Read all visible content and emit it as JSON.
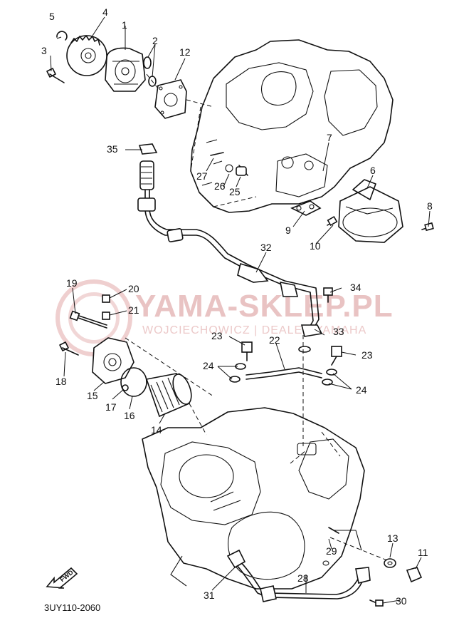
{
  "diagram_code": "3UY110-2060",
  "fwd_label": "FWD",
  "watermark": {
    "title": "YAMA-SKLEP.PL",
    "subtitle": "WOJCIECHOWICZ | DEALER YAMAHA"
  },
  "callouts": {
    "c1": "1",
    "c2": "2",
    "c3": "3",
    "c4": "4",
    "c5": "5",
    "c6": "6",
    "c7": "7",
    "c8": "8",
    "c9": "9",
    "c10": "10",
    "c11": "11",
    "c12": "12",
    "c13": "13",
    "c14": "14",
    "c15": "15",
    "c16": "16",
    "c17": "17",
    "c18": "18",
    "c19": "19",
    "c20": "20",
    "c21": "21",
    "c22": "22",
    "c23a": "23",
    "c23b": "23",
    "c24a": "24",
    "c24b": "24",
    "c25": "25",
    "c26": "26",
    "c27": "27",
    "c28": "28",
    "c29": "29",
    "c30": "30",
    "c31": "31",
    "c32": "32",
    "c33": "33",
    "c34": "34",
    "c35": "35"
  }
}
